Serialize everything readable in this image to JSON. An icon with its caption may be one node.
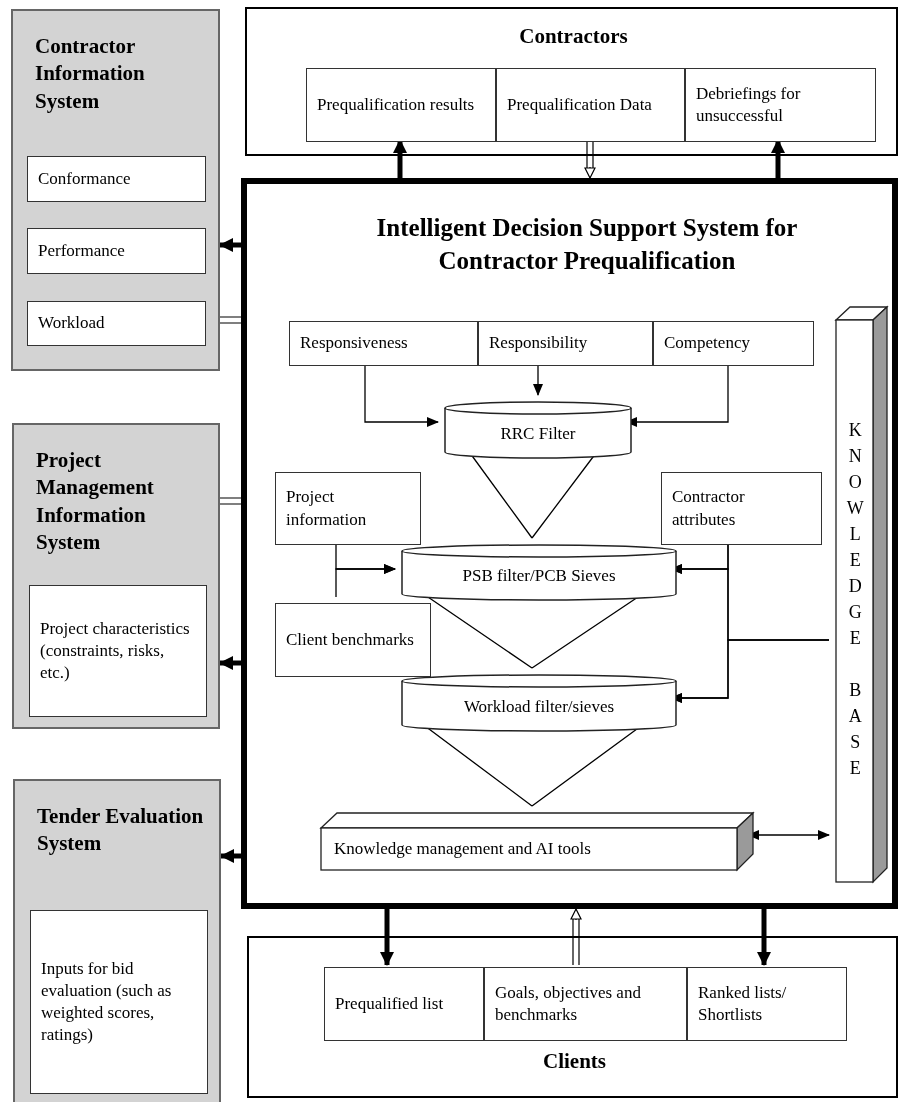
{
  "diagram": {
    "nodes": [
      {
        "text": [
          "Contractor Information System"
        ]
      },
      {
        "text": [
          "Conformance"
        ],
        "in": 0
      },
      {
        "text": [
          "Performance"
        ],
        "in": 0
      },
      {
        "text": [
          "Workload"
        ],
        "in": 0
      },
      {
        "text": [
          "Contractors"
        ]
      },
      {
        "text": [
          "Prequalification results"
        ],
        "in": 4
      },
      {
        "text": [
          "Prequalification Data"
        ],
        "in": 4
      },
      {
        "text": [
          "Debriefings for unsuccessful"
        ],
        "in": 4
      },
      {
        "text": [
          "Intelligent Decision Support System for Contractor Prequalification"
        ]
      },
      {
        "text": [
          "Responsiveness"
        ],
        "in": 8
      },
      {
        "text": [
          "Responsibility"
        ],
        "in": 8
      },
      {
        "text": [
          "Competency"
        ],
        "in": 8
      },
      {
        "text": [
          "RRC Filter"
        ],
        "in": 8
      },
      {
        "text": [
          "Project information"
        ],
        "in": 8
      },
      {
        "text": [
          "Contractor attributes"
        ],
        "in": 8
      },
      {
        "text": [
          "PSB filter/PCB Sieves"
        ],
        "in": 8
      },
      {
        "text": [
          "Client benchmarks"
        ],
        "in": 8
      },
      {
        "text": [
          "Workload filter/sieves"
        ],
        "in": 8
      },
      {
        "text": [
          "Knowledge management and AI tools"
        ],
        "in": 8
      },
      {
        "text": [
          "KNOWLEDGE BASE"
        ],
        "in": 8
      },
      {
        "text": [
          "Project Management Information System"
        ]
      },
      {
        "text": [
          "Project characteristics (constraints, risks, etc.)"
        ],
        "in": 20
      },
      {
        "text": [
          "Tender Evaluation System"
        ]
      },
      {
        "text": [
          "Inputs for bid evaluation (such as weighted scores, ratings)"
        ],
        "in": 22
      },
      {
        "text": [
          "Clients"
        ]
      },
      {
        "text": [
          "Prequalified list"
        ],
        "in": 24
      },
      {
        "text": [
          "Goals, objectives and benchmarks"
        ],
        "in": 24
      },
      {
        "text": [
          "Ranked lists/ Shortlists"
        ],
        "in": 24
      }
    ],
    "edges": [
      {
        "from": 8,
        "to": 5,
        "arrow": "to",
        "style": "thick"
      },
      {
        "from": 6,
        "to": 8,
        "arrow": "to"
      },
      {
        "from": 8,
        "to": 7,
        "arrow": "to",
        "style": "thick"
      },
      {
        "from": 8,
        "to": 0,
        "arrow": "to",
        "style": "thick"
      },
      {
        "from": 0,
        "to": 8,
        "arrow": "none"
      },
      {
        "from": 20,
        "to": 8,
        "arrow": "none"
      },
      {
        "from": 8,
        "to": 20,
        "arrow": "to",
        "style": "thick"
      },
      {
        "from": 8,
        "to": 22,
        "arrow": "to",
        "style": "thick"
      },
      {
        "from": 8,
        "to": 25,
        "arrow": "to",
        "style": "thick"
      },
      {
        "from": 26,
        "to": 8,
        "arrow": "to"
      },
      {
        "from": 8,
        "to": 27,
        "arrow": "to",
        "style": "thick"
      },
      {
        "from": 9,
        "to": 12,
        "arrow": "to"
      },
      {
        "from": 10,
        "to": 12,
        "arrow": "to"
      },
      {
        "from": 11,
        "to": 12,
        "arrow": "to"
      },
      {
        "from": 13,
        "to": 15,
        "arrow": "to"
      },
      {
        "from": 16,
        "to": 15,
        "arrow": "to"
      },
      {
        "from": 14,
        "to": 15,
        "arrow": "to"
      },
      {
        "from": 14,
        "to": 17,
        "arrow": "to"
      },
      {
        "from": 19,
        "to": 15,
        "arrow": "to"
      },
      {
        "from": 19,
        "to": 17,
        "arrow": "to"
      },
      {
        "from": 12,
        "to": 15,
        "arrow": "none"
      },
      {
        "from": 15,
        "to": 17,
        "arrow": "none"
      },
      {
        "from": 17,
        "to": 18,
        "arrow": "none"
      },
      {
        "from": 18,
        "to": 19,
        "arrow": "both"
      }
    ]
  }
}
